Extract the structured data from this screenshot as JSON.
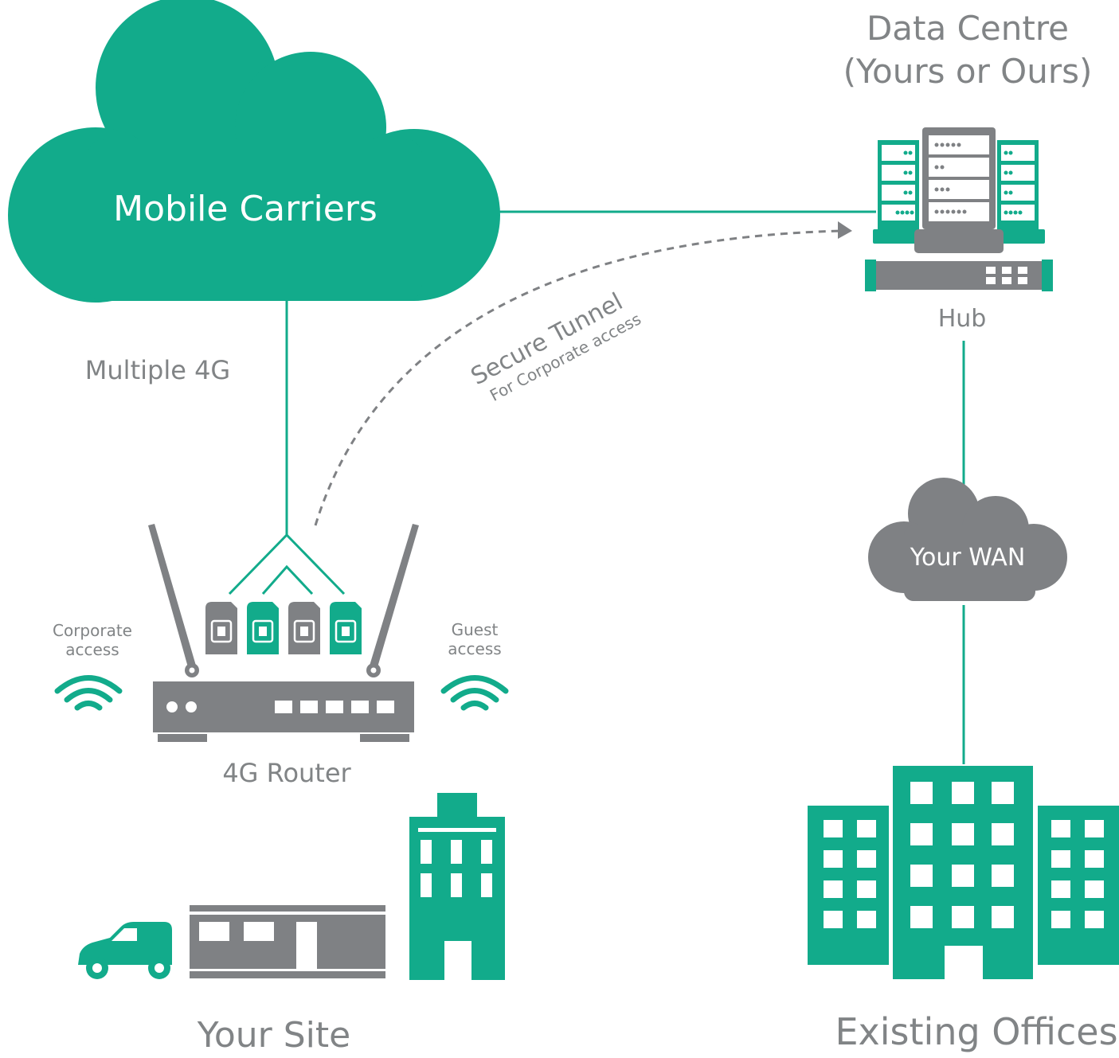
{
  "colors": {
    "teal": "#12ab8b",
    "gray": "#7f8184",
    "text": "#818486",
    "white": "#ffffff"
  },
  "labels": {
    "mobile_carriers": "Mobile Carriers",
    "data_centre_line1": "Data Centre",
    "data_centre_line2": "(Yours or Ours)",
    "hub": "Hub",
    "multiple_4g": "Multiple 4G",
    "secure_tunnel": "Secure Tunnel",
    "for_corporate_access": "For Corporate access",
    "your_wan": "Your WAN",
    "corporate_access_line1": "Corporate",
    "corporate_access_line2": "access",
    "guest_access_line1": "Guest",
    "guest_access_line2": "access",
    "router": "4G Router",
    "your_site": "Your Site",
    "existing_offices": "Existing Offices"
  },
  "icons": [
    "cloud-icon",
    "server-rack-icon",
    "firewall-icon",
    "router-icon",
    "sim-card-icon",
    "wifi-icon",
    "van-icon",
    "building-icon"
  ]
}
